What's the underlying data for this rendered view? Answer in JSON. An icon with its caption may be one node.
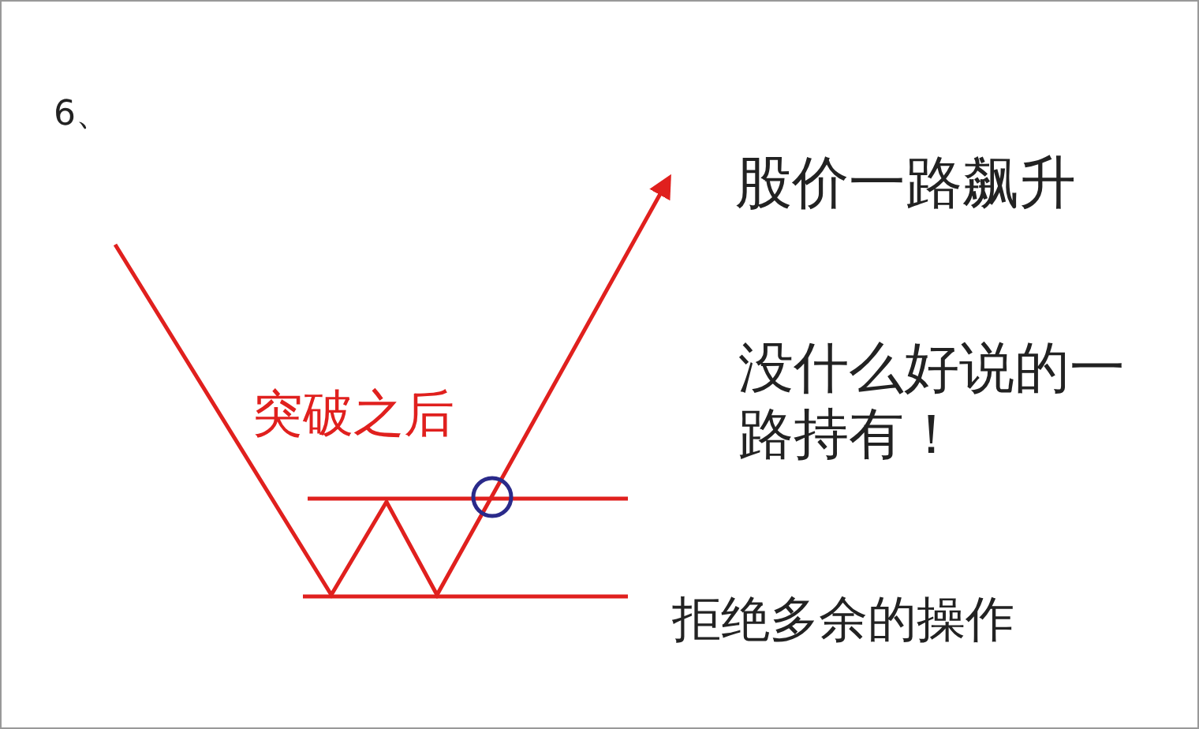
{
  "diagram": {
    "title": "6、",
    "labels": [
      "股价一路飙升",
      "没什么好说的一路持有！",
      "突破之后",
      "拒绝多余的操作"
    ]
  }
}
